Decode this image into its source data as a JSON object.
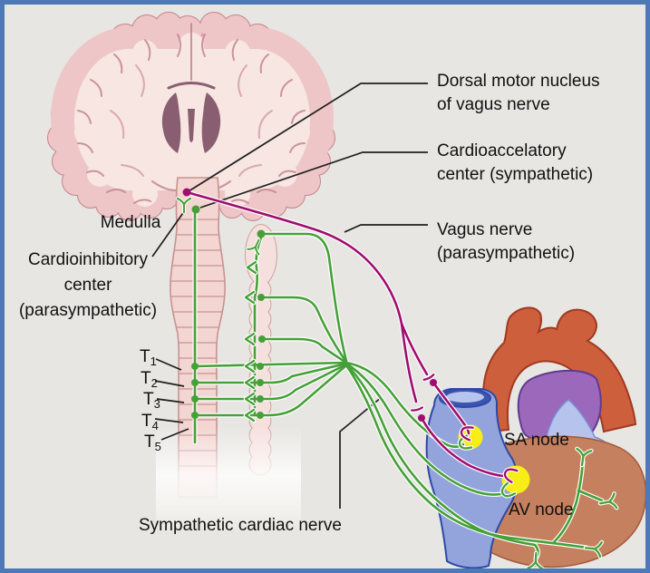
{
  "palette": {
    "bg": "#e7e6e3",
    "frame": "#4d7ab6",
    "ink": "#111111",
    "leader": "#1f1f1f",
    "casing": "#ffffff",
    "sympathetic": "#46a038",
    "parasympathetic": "#a00d70",
    "node_yellow": "#f6ee15",
    "brain_cortex": "#eec6c8",
    "brain_inner": "#f7e6e2",
    "brain_line": "#c4858f",
    "brain_vent": "#8a5e71",
    "cord_fill": "#f3d5d1",
    "cord_line": "#c79390",
    "chain_fill": "#f5e0dd",
    "chain_line": "#c69d99",
    "aorta": "#ce5f3d",
    "aorta_line": "#a03a20",
    "pulmonary": "#9c68bb",
    "pulmonary_line": "#5f3b91",
    "atrium_blue": "#b6c3ec",
    "atrium_blue_line": "#7b8dd4",
    "svc": "#93a3dc",
    "svc_line": "#2e49a6",
    "svc_opening": "#3c55ae",
    "svc_opening_inner": "#b7c4ee",
    "ventricle": "#c5805f",
    "ventricle_line": "#a4593b"
  },
  "annotations": {
    "dorsal_motor_nucleus": {
      "line1": "Dorsal motor nucleus",
      "line2": "of vagus nerve"
    },
    "cardioaccelatory_center": {
      "line1": "Cardioaccelatory",
      "line2": "center (sympathetic)"
    },
    "vagus_nerve": {
      "line1": "Vagus nerve",
      "line2": "(parasympathetic)"
    },
    "medulla": {
      "label": "Medulla"
    },
    "cardioinhibitory_center": {
      "line1": "Cardioinhibitory",
      "line2": "center",
      "line3": "(parasympathetic)"
    },
    "spinal_levels": [
      {
        "base": "T",
        "sub": "1"
      },
      {
        "base": "T",
        "sub": "2"
      },
      {
        "base": "T",
        "sub": "3"
      },
      {
        "base": "T",
        "sub": "4"
      },
      {
        "base": "T",
        "sub": "5"
      }
    ],
    "sympathetic_cardiac_nerve": {
      "label": "Sympathetic cardiac nerve"
    },
    "sa_node": {
      "label": "SA node"
    },
    "av_node": {
      "label": "AV node"
    }
  }
}
